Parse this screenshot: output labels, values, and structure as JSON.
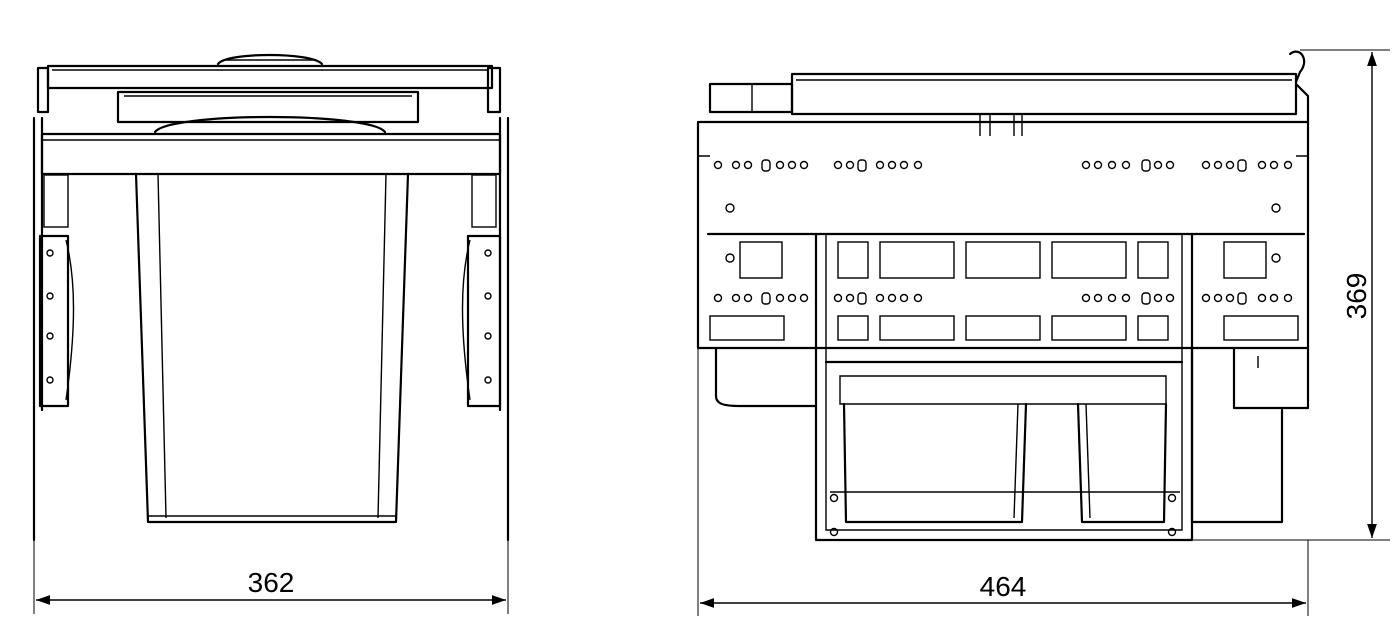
{
  "dimensions": {
    "front_width": "362",
    "side_width": "464",
    "height": "369"
  }
}
